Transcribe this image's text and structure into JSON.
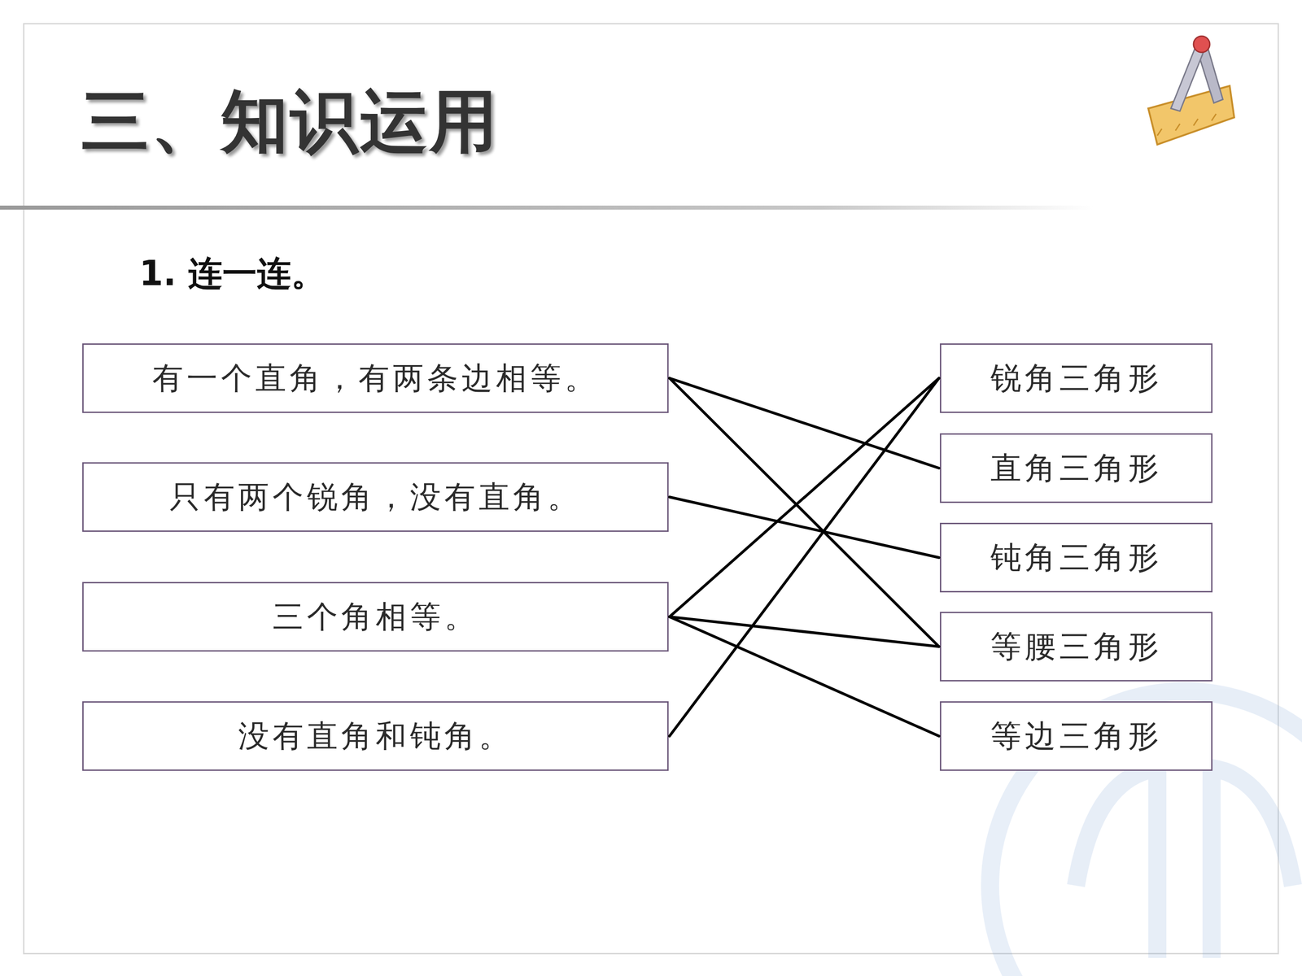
{
  "diagram": {
    "title": "三、知识运用",
    "nodes": [
      {
        "text": [
          "有一个直角，有两条边相等。"
        ]
      },
      {
        "text": [
          "只有两个锐角，没有直角。"
        ]
      },
      {
        "text": [
          "三个角相等。"
        ]
      },
      {
        "text": [
          "没有直角和钝角。"
        ]
      },
      {
        "text": [
          "锐角三角形"
        ]
      },
      {
        "text": [
          "直角三角形"
        ]
      },
      {
        "text": [
          "钝角三角形"
        ]
      },
      {
        "text": [
          "等腰三角形"
        ]
      },
      {
        "text": [
          "等边三角形"
        ]
      }
    ],
    "edges": [
      {
        "from": 0,
        "to": 5,
        "arrow": "none"
      },
      {
        "from": 0,
        "to": 7,
        "arrow": "none"
      },
      {
        "from": 1,
        "to": 6,
        "arrow": "none"
      },
      {
        "from": 2,
        "to": 4,
        "arrow": "none"
      },
      {
        "from": 2,
        "to": 7,
        "arrow": "none"
      },
      {
        "from": 2,
        "to": 8,
        "arrow": "none"
      },
      {
        "from": 3,
        "to": 4,
        "arrow": "none"
      }
    ],
    "labels": [
      "1. 连一连。"
    ]
  }
}
